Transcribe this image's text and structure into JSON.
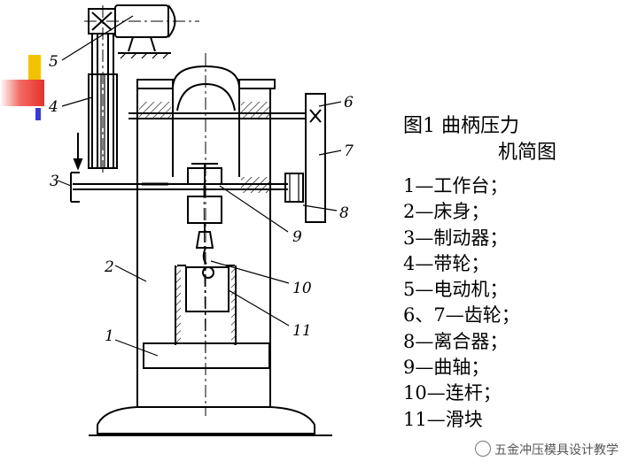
{
  "figure": {
    "title_line1": "图1    曲柄压力",
    "title_line2": "机简图",
    "part_numbers": [
      "1",
      "2",
      "3",
      "4",
      "5",
      "6",
      "7",
      "8",
      "9",
      "10",
      "11"
    ],
    "legend": [
      "1—工作台；",
      "2—床身；",
      "3—制动器；",
      "4—带轮；",
      "5—电动机；",
      "6、7—齿轮；",
      "8—离合器；",
      "9—曲轴；",
      "10—连杆；",
      "11—滑块"
    ]
  },
  "watermark": {
    "text": "五金冲压模具设计教学"
  },
  "colors": {
    "accent_yellow": "#f2c200",
    "accent_red": "#e8302a",
    "accent_blue": "#3a3ad8"
  }
}
